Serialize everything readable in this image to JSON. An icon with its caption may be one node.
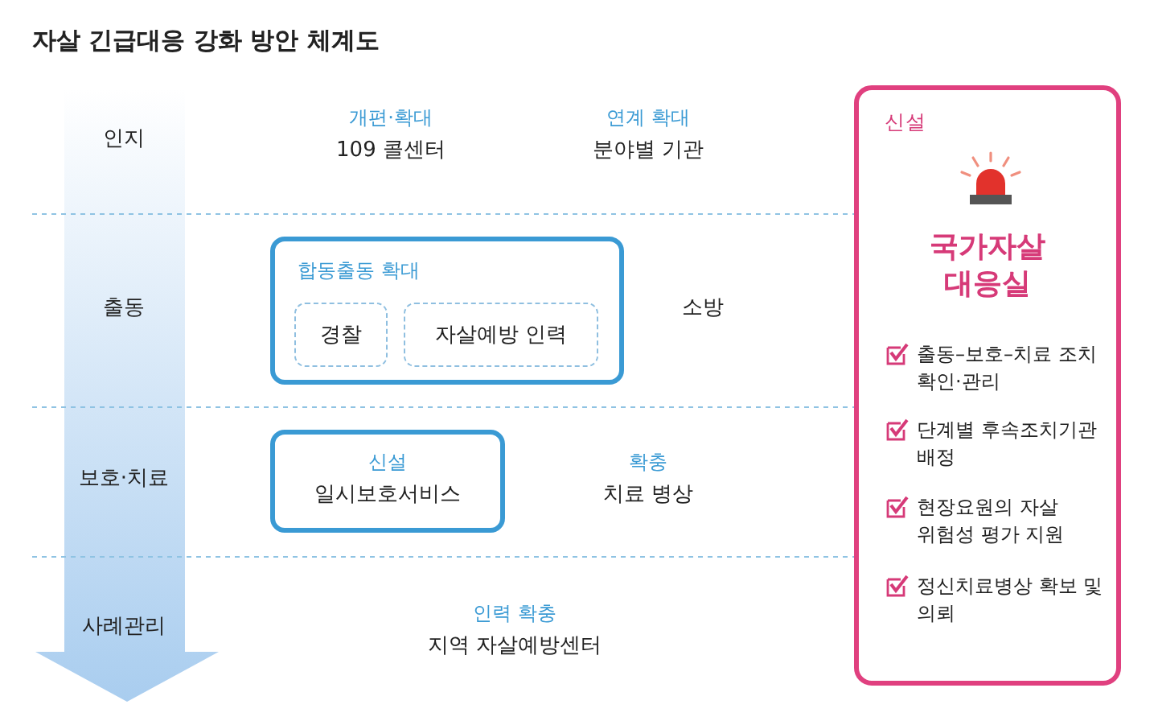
{
  "diagram": {
    "title": "자살 긴급대응 강화 방안 체계도",
    "nodes": [
      {
        "text": [
          "합동출동 확대"
        ]
      },
      {
        "text": [
          "경찰"
        ],
        "in": 0
      },
      {
        "text": [
          "자살예방 인력"
        ],
        "in": 0
      },
      {
        "text": [
          "신설",
          "일시보호서비스"
        ]
      },
      {
        "text": [
          "신설",
          "국가자살 대응실",
          "출동–보호–치료 조치 확인·관리",
          "단계별 후속조치기관 배정",
          "현장요원의 자살 위험성 평가 지원",
          "정신치료병상 확보 및 의뢰"
        ]
      }
    ],
    "labels": [
      "인지",
      "개편·확대",
      "109 콜센터",
      "연계 확대",
      "분야별 기관",
      "출동",
      "소방",
      "보호·치료",
      "확충",
      "치료 병상",
      "사례관리",
      "인력 확충",
      "지역 자살예방센터"
    ]
  }
}
